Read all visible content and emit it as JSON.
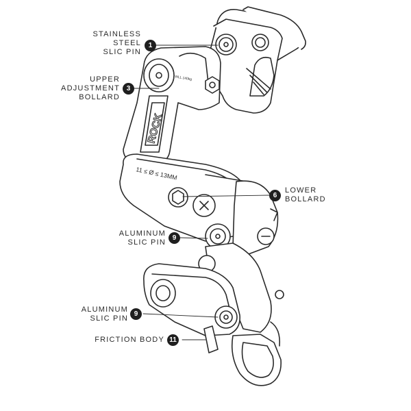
{
  "callouts": [
    {
      "number": "1",
      "label": "STAINLESS\nSTEEL\nSLIC PIN"
    },
    {
      "number": "3",
      "label": "UPPER\nADJUSTMENT\nBOLLARD"
    },
    {
      "number": "6",
      "label": "LOWER\nBOLLARD"
    },
    {
      "number": "9",
      "label": "ALUMINUM\nSLIC PIN"
    },
    {
      "number": "9",
      "label": "ALUMINUM\nSLIC PIN"
    },
    {
      "number": "11",
      "label": "FRICTION BODY"
    }
  ],
  "engravings": {
    "brand": "ROCK",
    "rope_range": "11 ≤ Ø ≤ 13MM",
    "upper_mark": "WLL 140kg"
  },
  "colors": {
    "stroke": "#2a2a2a",
    "badge": "#1f1f1f",
    "fill": "#ffffff"
  }
}
